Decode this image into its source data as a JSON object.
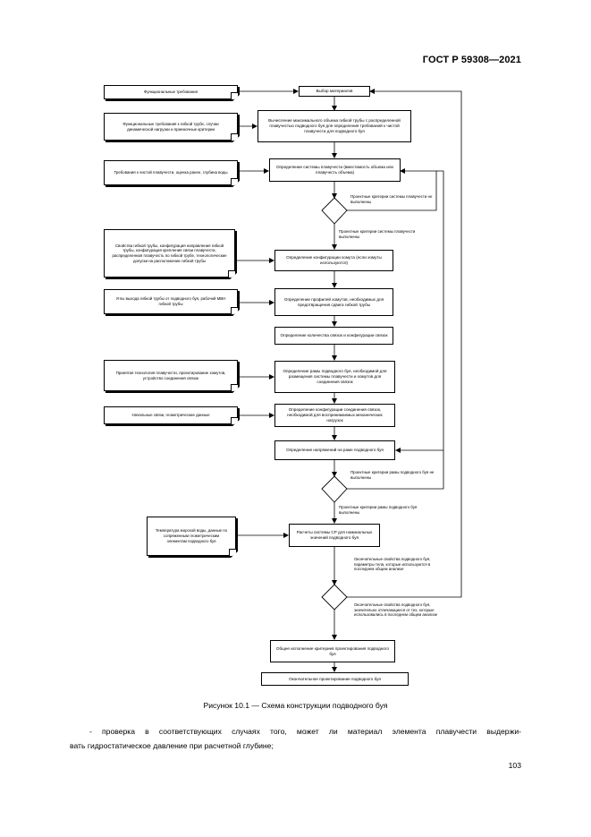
{
  "header": {
    "doc_id": "ГОСТ Р 59308—2021"
  },
  "flowchart": {
    "inputs": [
      "Функциональные требования",
      "Функциональные требования к гибкой трубе, случаи динамической нагрузки и приемочные критерии",
      "Требования к чистой плавучести, оценка ранее, глубина воды",
      "Свойства гибкой трубы, конфигурация направления гибкой трубы, конфигурация крепления связи плавучести, распределенная плавучесть по гибкой трубе, технологические допуски на расположение гибкой трубы",
      "Углы выхода гибкой трубы от подводного буя, рабочий МВН гибкой трубы",
      "Принятая технология плавучести, проектирование хомутов, устройство соединения связок",
      "Начальные связи, геометрические данные",
      "Температура морской воды, данные по сопряженным геометрическим элементам подводного буя"
    ],
    "steps": [
      "Выбор материалов",
      "Вычисление максимального объема гибкой трубы с распределенной плавучестью подводного буя для определения требований к чистой плавучести для подводного буя",
      "Определение системы плавучести (вместимость объема или плавучесть объема)",
      "Определение конфигурации хомута (если хомуты используются)",
      "Определение профилей хомутов, необходимых для предотвращения сдвига гибкой трубы",
      "Определение количества связок и конфигурации связок",
      "Определение рамы подводного буя, необходимой для размещения системы плавучести и хомутов для соединения связок",
      "Определение конфигурации соединения связок, необходимой для воспринимаемых механических нагрузок",
      "Определение напряжений на раме подводного буя",
      "Расчеты системы СР для номинальных значений подводного буя",
      "Общее исполнение критериев проектирования подводного буя",
      "Окончательное проектирование подводного буя"
    ],
    "labels": {
      "fail1": "Проектные критерии системы плавучести не выполнены",
      "ok1": "Проектные критерии системы плавучести выполнены",
      "fail2": "Проектные критерии рамы подводного буя не выполнены",
      "ok2": "Проектные критерии рамы подводного буя выполнены",
      "cp_ok": "Окончательные свойства подводного буя, параметры тела, которые используются в последнем общем анализе",
      "cp_fail": "Окончательные свойства подводного буя, значительно отличающиеся от тех, которые использовались в последнем общем анализе"
    }
  },
  "caption": "Рисунок 10.1 — Схема конструкции подводного буя",
  "paragraph": {
    "line1": "- проверка в соответствующих случаях того, может ли материал элемента плавучести выдержи-",
    "line2": "вать гидростатическое давление при расчетной глубине;"
  },
  "page_number": "103"
}
